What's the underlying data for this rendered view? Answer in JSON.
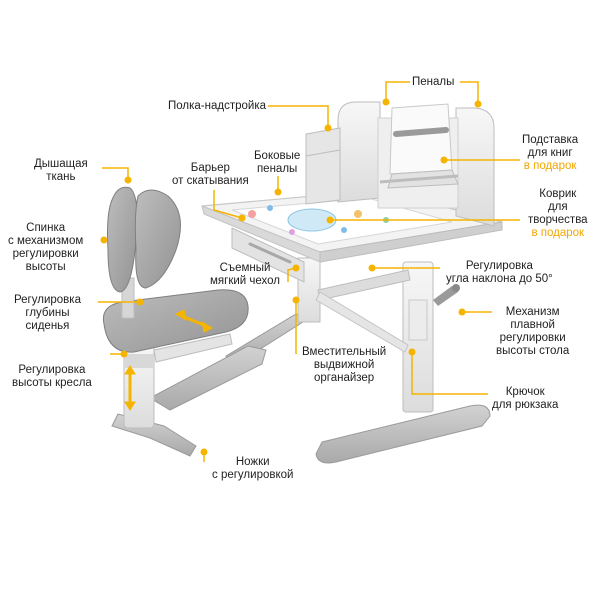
{
  "labels": {
    "penals": "Пеналы",
    "shelf": "Полка-надстройка",
    "book_stand": [
      "Подставка",
      "для книг",
      "в подарок"
    ],
    "barrier": [
      "Барьер",
      "от скатывания"
    ],
    "side_cases": [
      "Боковые",
      "пеналы"
    ],
    "mat": [
      "Коврик",
      "для",
      "творчества",
      "в подарок"
    ],
    "breathable": [
      "Дышащая",
      "ткань"
    ],
    "back": [
      "Спинка",
      "с механизмом",
      "регулировки",
      "высоты"
    ],
    "cover": [
      "Съемный",
      "мягкий чехол"
    ],
    "tilt": [
      "Регулировка",
      "угла наклона до 50°"
    ],
    "depth": [
      "Регулировка",
      "глубины",
      "сиденья"
    ],
    "mechanism": [
      "Механизм",
      "плавной",
      "регулировки",
      "высоты стола"
    ],
    "organizer": [
      "Вместительный",
      "выдвижной",
      "органайзер"
    ],
    "chair_height": [
      "Регулировка",
      "высоты кресла"
    ],
    "hook": [
      "Крючок",
      "для рюкзака"
    ],
    "legs": [
      "Ножки",
      "с регулировкой"
    ]
  },
  "colors": {
    "accent": "#f5b400",
    "furniture_light": "#ececec",
    "furniture_mid": "#c9c9c9",
    "fabric": "#a9a9a9",
    "text": "#1f1f1f"
  }
}
